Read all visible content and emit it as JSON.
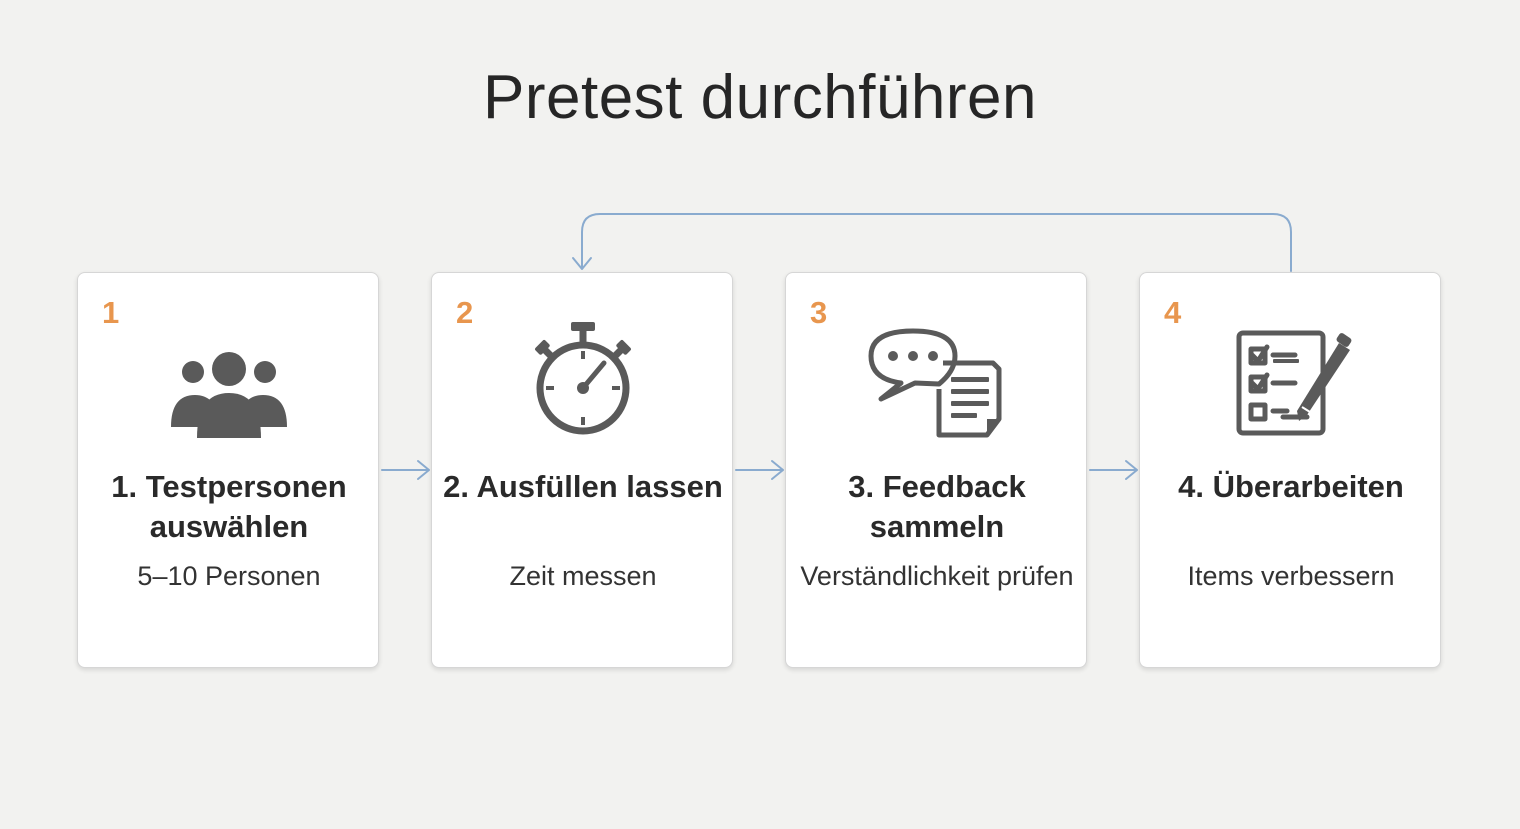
{
  "title": "Pretest durchführen",
  "colors": {
    "accent": "#e8964e",
    "arrow": "#8aabcf",
    "icon": "#5a5a5a",
    "background": "#f2f2f0"
  },
  "steps": [
    {
      "number": "1",
      "title": "1. Testpersonen auswählen",
      "description": "5–10 Personen",
      "icon": "people-group-icon"
    },
    {
      "number": "2",
      "title": "2. Ausfüllen lassen",
      "description": "Zeit messen",
      "icon": "stopwatch-icon"
    },
    {
      "number": "3",
      "title": "3. Feedback sammeln",
      "description": "Verständlichkeit prüfen",
      "icon": "chat-document-icon"
    },
    {
      "number": "4",
      "title": "4. Überarbeiten",
      "description": "Items verbessern",
      "icon": "checklist-pen-icon"
    }
  ]
}
